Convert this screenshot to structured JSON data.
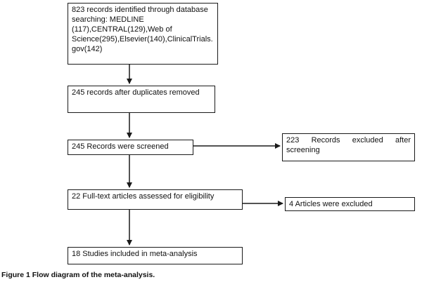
{
  "flow": {
    "identification": "823 records identified through database searching: MEDLINE (117),CENTRAL(129),Web of Science(295),Elsevier(140),ClinicalTrials. gov(142)",
    "duplicates_removed": "245 records after duplicates removed",
    "screened": "245 Records were screened",
    "excluded_after_screening": "223 Records excluded after screening",
    "full_text_assessed": "22 Full-text articles assessed for eligibility",
    "articles_excluded": "4 Articles were excluded",
    "included": "18 Studies included in meta-analysis"
  },
  "caption": "Figure 1 Flow diagram of the meta-analysis."
}
